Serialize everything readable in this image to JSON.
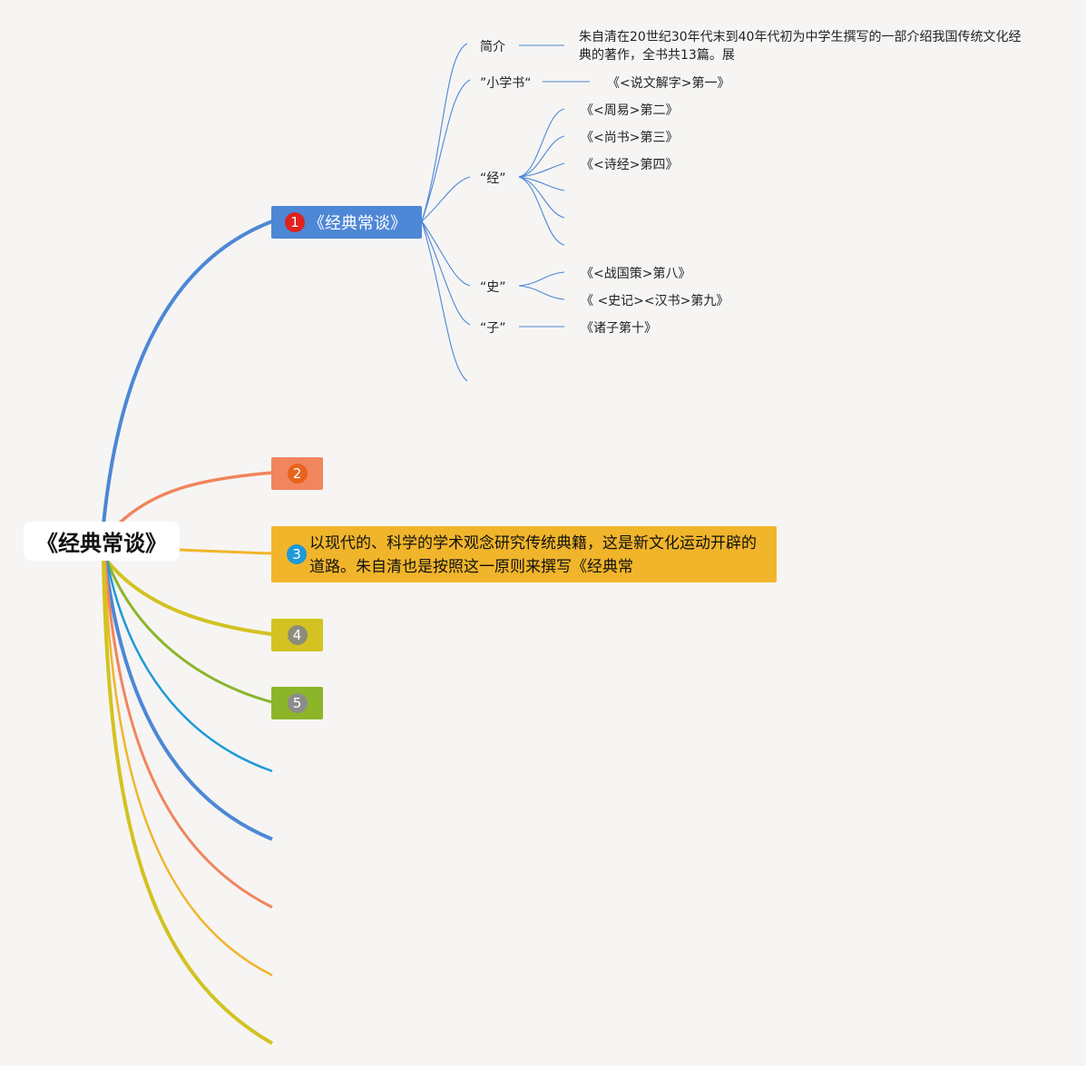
{
  "root": {
    "label": "《经典常谈》"
  },
  "branches": [
    {
      "num": "1",
      "label": "《经典常谈》",
      "color": "#4d87d6",
      "badge": "#e0231d"
    },
    {
      "num": "2",
      "label": "",
      "color": "#f1855d",
      "badge": "#e8641c"
    },
    {
      "num": "3",
      "label": "以现代的、科学的学术观念研究传统典籍，这是新文化运动开辟的道路。朱自清也是按照这一原则来撰写《经典常",
      "color": "#f1b52b",
      "badge": "#1e9ad8"
    },
    {
      "num": "4",
      "label": "",
      "color": "#d3c221",
      "badge": "#8c8c7a"
    },
    {
      "num": "5",
      "label": "",
      "color": "#8cb52a",
      "badge": "#8c8c8c"
    }
  ],
  "topics": {
    "intro": {
      "label": "简介",
      "desc": "朱自清在20世纪30年代末到40年代初为中学生撰写的一部介绍我国传统文化经典的著作，全书共13篇。展"
    },
    "xiaoxue": {
      "label": "”小学书“",
      "items": [
        "《<说文解字>第一》"
      ]
    },
    "jing": {
      "label": "“经”",
      "items": [
        "《<周易>第二》",
        "《<尚书>第三》",
        "《<诗经>第四》"
      ]
    },
    "shi": {
      "label": "“史”",
      "items": [
        "《<战国策>第八》",
        "《 <史记><汉书>第九》"
      ]
    },
    "zi": {
      "label": "“子”",
      "items": [
        "《诸子第十》"
      ]
    }
  },
  "colors": {
    "background": "#f6f5f4",
    "blue": "#4d87d6",
    "orange": "#f1855d",
    "amber": "#f1b52b",
    "yellow": "#d3c221",
    "green": "#8cb52a",
    "cyan": "#1e9ad8"
  }
}
